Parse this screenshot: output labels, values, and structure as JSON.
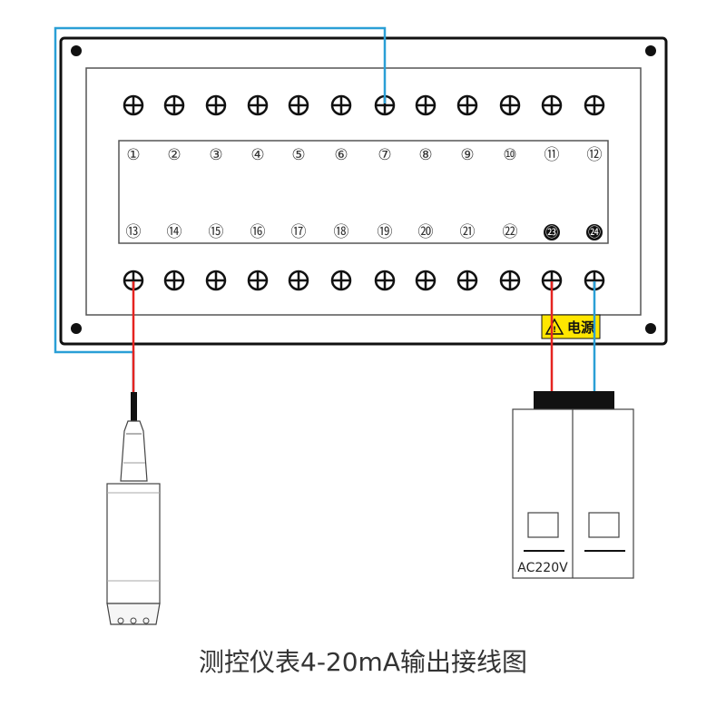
{
  "top_numbers": [
    "①",
    "②",
    "③",
    "④",
    "⑤",
    "⑥",
    "⑦",
    "⑧",
    "⑨",
    "⑩",
    "⑪",
    "⑫"
  ],
  "bottom_numbers": [
    "⑬",
    "⑭",
    "⑮",
    "⑯",
    "⑰",
    "⑱",
    "⑲",
    "⑳",
    "㉑",
    "㉒",
    "㉓",
    "㉔"
  ],
  "highlighted_terminals": [
    "㉓",
    "㉔"
  ],
  "power_label": "电源",
  "breaker_label": "AC220V",
  "caption": "测控仪表4-20mA输出接线图",
  "colors": {
    "signal_wire": "#2a9fd6",
    "red_wire": "#e52420",
    "warning": "#ffe600",
    "outline": "#111111"
  }
}
